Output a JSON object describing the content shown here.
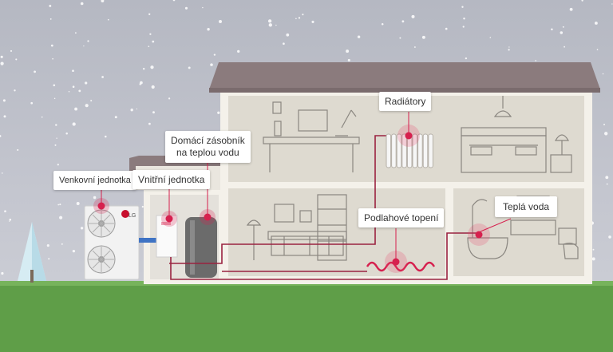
{
  "labels": {
    "outdoor_unit": "Venkovní jednotka",
    "indoor_unit": "Vnitřní jednotka",
    "tank_line1": "Domácí zásobník",
    "tank_line2": "na teplou vodu",
    "radiators": "Radiátory",
    "floor_heating": "Podlahové topení",
    "hot_water": "Teplá voda"
  },
  "brand": "LG",
  "colors": {
    "accent": "#d6204e",
    "roof": "#8b7b7d",
    "ground": "#5f9e48",
    "wall": "#f4f1ea"
  },
  "icons": [
    "snowflake-icon",
    "tree-icon",
    "fan-icon",
    "radiator-icon",
    "heating-coil-icon",
    "bathtub-icon"
  ]
}
